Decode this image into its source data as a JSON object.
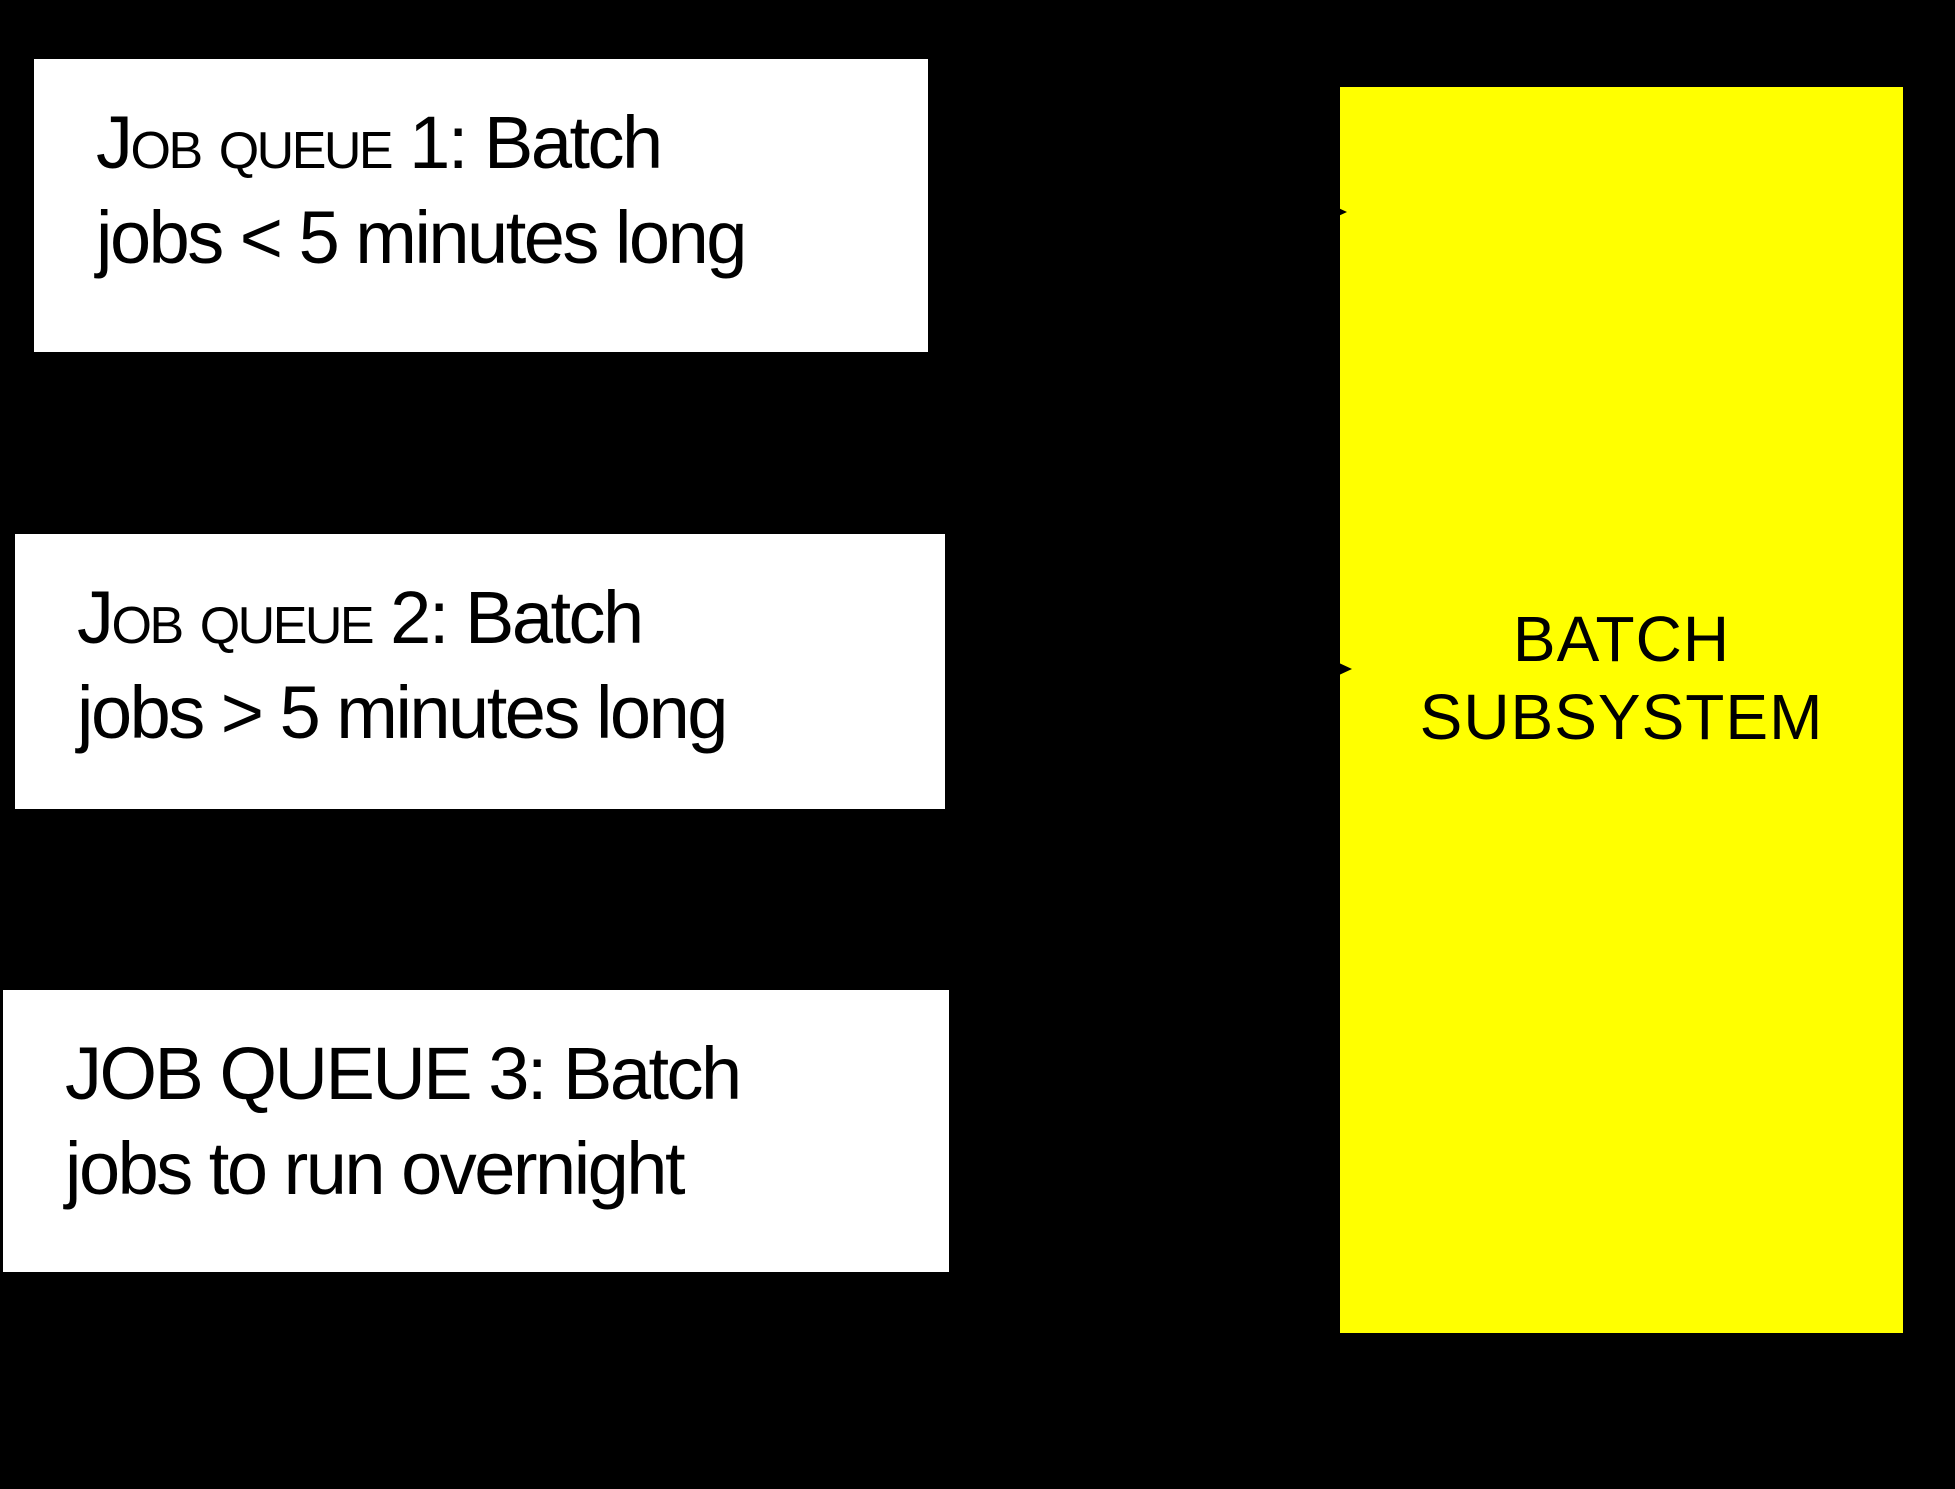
{
  "colors": {
    "background": "#000000",
    "queue_box_fill": "#FFFFFF",
    "subsystem_fill": "#FFFF00",
    "text": "#000000",
    "arrowhead": "#000000"
  },
  "queues": [
    {
      "lead": "Job queue",
      "line1_rest": " 1: Batch",
      "line2": "jobs < 5 minutes long"
    },
    {
      "lead": "Job queue",
      "line1_rest": " 2: Batch",
      "line2": "jobs > 5 minutes long"
    },
    {
      "lead": "JOB QUEUE",
      "line1_rest": " 3: Batch",
      "line2": "jobs to run overnight"
    }
  ],
  "subsystem": {
    "title": "BATCH SUBSYSTEM"
  },
  "icons": {
    "connector_arrowhead": "right-pointing-triangle"
  }
}
